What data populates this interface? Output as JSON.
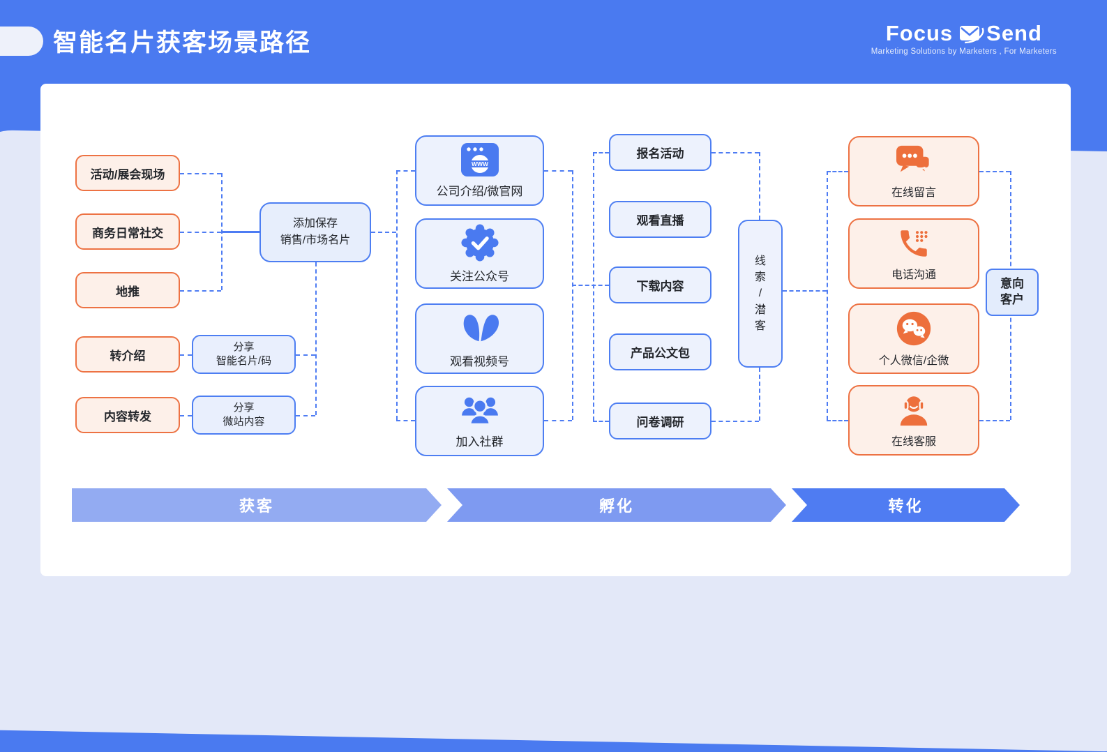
{
  "header": {
    "title": "智能名片获客场景路径",
    "logo": {
      "part1": "Focus",
      "part2": "Send",
      "tagline": "Marketing Solutions by Marketers , For Marketers"
    }
  },
  "diagram": {
    "sources": [
      {
        "label": "活动/展会现场"
      },
      {
        "label": "商务日常社交"
      },
      {
        "label": "地推"
      },
      {
        "label": "转介绍"
      },
      {
        "label": "内容转发"
      }
    ],
    "capture": {
      "line1": "添加保存",
      "line2": "销售/市场名片"
    },
    "share_cards": [
      {
        "line1": "分享",
        "line2": "智能名片/码"
      },
      {
        "line1": "分享",
        "line2": "微站内容"
      }
    ],
    "touchpoints": [
      {
        "label": "公司介绍/微官网",
        "icon": "browser-icon"
      },
      {
        "label": "关注公众号",
        "icon": "badge-check-icon"
      },
      {
        "label": "观看视频号",
        "icon": "video-channels-icon"
      },
      {
        "label": "加入社群",
        "icon": "group-icon"
      }
    ],
    "engagements": [
      "报名活动",
      "观看直播",
      "下载内容",
      "产品公文包",
      "问卷调研"
    ],
    "lead": {
      "label": "线索/潜客",
      "chars": [
        "线",
        "索",
        "/",
        "潜",
        "客"
      ]
    },
    "conversions": [
      {
        "label": "在线留言",
        "icon": "chat-bubbles-icon"
      },
      {
        "label": "电话沟通",
        "icon": "phone-icon"
      },
      {
        "label": "个人微信/企微",
        "icon": "wechat-icon"
      },
      {
        "label": "在线客服",
        "icon": "support-agent-icon"
      }
    ],
    "intent": {
      "line1": "意向",
      "line2": "客户"
    },
    "stages": [
      "获客",
      "孵化",
      "转化"
    ]
  },
  "colors": {
    "background_blue": "#4a7af0",
    "background_lavender": "#e3e8f8",
    "card_white": "#ffffff",
    "blue_border": "#4d7ef2",
    "blue_fill": "#edf2fd",
    "orange_border": "#ed7243",
    "orange_fill": "#fdf0e9",
    "connector": "#4e7cf3",
    "stage_1": "#93abf2",
    "stage_2": "#7e9af1",
    "stage_3": "#4f7cf2"
  }
}
